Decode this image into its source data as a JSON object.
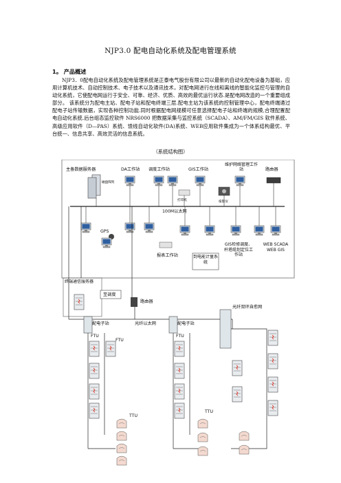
{
  "doc": {
    "title": "NJP3.0  配电自动化系统及配电管理系统",
    "section_heading": "1。  产品概述",
    "paragraph": "NJP3．0配电自动化系统及配电管理系统是正泰电气股份有限公司以最新的自动化配电设备为基础，应用计算机技术、自动控制技术、电子技术以及通讯技术，对配电网进行在线和离线的智能化监控与管理的自动化系统，它使配电网运行于安全、可靠、经济、优质、高效的最优运行状态.是配电网改造的一个重要组成部分。 该系统分为配电主站、配电子站和配电终端三层.配电主站为该系统的控制管理中心，配电终端通过配电子站传输数据，实现各种控制功能.同时根据配电网规模可任意选择配电子站和终端的规模,合理配置配电自动化系统.后台组态监控软件 NRS6000 把数据采集与监控系统（SCADA）、AM/FM/GIS 软件系统、高级应用软件（D—PAS）系统、馈线自动化软件(DA)系统、WEB应用软件集成为一个体系结构最优、平台统一、信息共享、高效灵活的信息系统。",
    "figure_caption": "（系统结构图）"
  },
  "diagram": {
    "top_labels": {
      "main_server": "主备数据服务器",
      "da_ws": "DA工作站",
      "dispatch_ws": "调度工作站",
      "gis_ws": "GIS工作站",
      "maint_ws": "维护网络管理工作站",
      "router_top": "路由器"
    },
    "disk_array": "磁盘阵列",
    "printer": "打印机",
    "projector": "投影仪",
    "lan": "100M以太网",
    "gps": "GPS",
    "report_ws": "报表工作站",
    "metering": "到电能计量系统",
    "gis_maint": "GIS检修调度、杆塔缆划定位工作站",
    "web": "WEB SCADA WEB GIS",
    "comm_server": "终端通信服务器",
    "router_mid": "路由器",
    "sub_dispatch": "至调度",
    "sub_left": "配电子站",
    "fiber_ethernet": "光纤以太网",
    "sub_right": "配电子站",
    "fiber_ring": "光纤双环自愈网",
    "ftu": "FTU",
    "ttu": "TTU"
  }
}
